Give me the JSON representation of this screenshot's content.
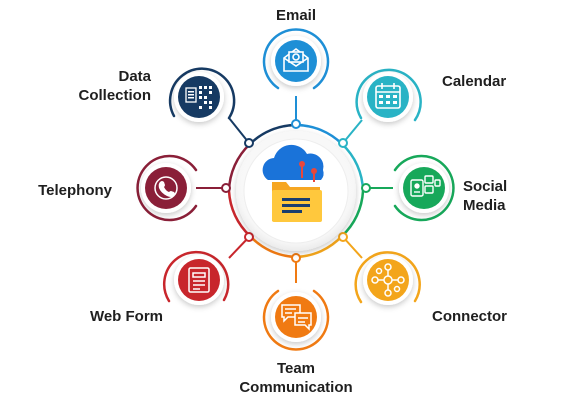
{
  "labels": {
    "email": "Email",
    "calendar": "Calendar",
    "social_media": [
      "Social",
      "Media"
    ],
    "connector": "Connector",
    "team_communication": [
      "Team",
      "Communication"
    ],
    "web_form": "Web Form",
    "telephony": "Telephony",
    "data_collection": [
      "Data",
      "Collection"
    ]
  },
  "colors": {
    "email": "#1e8fd6",
    "calendar": "#29b3c5",
    "social_media": "#17a85a",
    "connector": "#f3a51b",
    "team_communication": "#f07a12",
    "web_form": "#c8262c",
    "telephony": "#8a1f38",
    "data_collection": "#163a63"
  }
}
